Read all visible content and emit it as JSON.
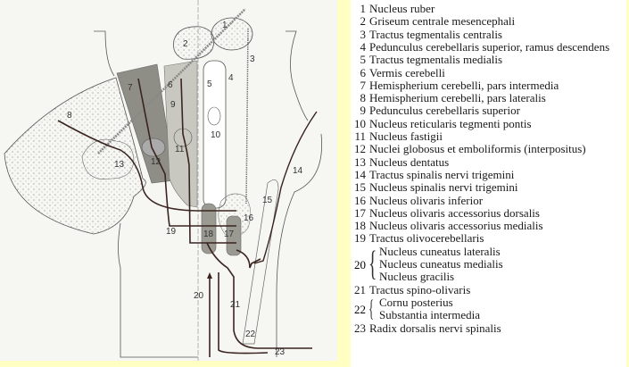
{
  "diagram": {
    "labels": [
      "1",
      "2",
      "3",
      "4",
      "5",
      "6",
      "7",
      "8",
      "9",
      "10",
      "11",
      "12",
      "13",
      "14",
      "15",
      "16",
      "17",
      "18",
      "19",
      "20",
      "21",
      "22",
      "23"
    ]
  },
  "legend": {
    "items": [
      {
        "num": "1",
        "text": "Nucleus ruber"
      },
      {
        "num": "2",
        "text": "Griseum centrale mesencephali"
      },
      {
        "num": "3",
        "text": "Tractus tegmentalis centralis"
      },
      {
        "num": "4",
        "text": "Pedunculus cerebellaris superior, ramus descendens"
      },
      {
        "num": "5",
        "text": "Tractus tegmentalis medialis"
      },
      {
        "num": "6",
        "text": "Vermis cerebelli"
      },
      {
        "num": "7",
        "text": "Hemispherium cerebelli, pars intermedia"
      },
      {
        "num": "8",
        "text": "Hemispherium cerebelli, pars lateralis"
      },
      {
        "num": "9",
        "text": "Pedunculus cerebellaris superior"
      },
      {
        "num": "10",
        "text": "Nucleus reticularis tegmenti pontis"
      },
      {
        "num": "11",
        "text": "Nucleus fastigii"
      },
      {
        "num": "12",
        "text": "Nuclei globosus et emboliformis (interpositus)"
      },
      {
        "num": "13",
        "text": "Nucleus dentatus"
      },
      {
        "num": "14",
        "text": "Tractus spinalis nervi trigemini"
      },
      {
        "num": "15",
        "text": "Nucleus spinalis nervi trigemini"
      },
      {
        "num": "16",
        "text": "Nucleus olivaris inferior"
      },
      {
        "num": "17",
        "text": "Nucleus olivaris accessorius dorsalis"
      },
      {
        "num": "18",
        "text": "Nucleus olivaris accessorius medialis"
      },
      {
        "num": "19",
        "text": "Tractus olivocerebellaris"
      }
    ],
    "group20": {
      "num": "20",
      "lines": [
        "Nucleus cuneatus lateralis",
        "Nucleus cuneatus medialis",
        "Nucleus gracilis"
      ]
    },
    "item21": {
      "num": "21",
      "text": "Tractus spino-olivaris"
    },
    "group22": {
      "num": "22",
      "lines": [
        "Cornu posterius",
        "Substantia intermedia"
      ]
    },
    "item23": {
      "num": "23",
      "text": "Radix dorsalis nervi spinalis"
    }
  }
}
